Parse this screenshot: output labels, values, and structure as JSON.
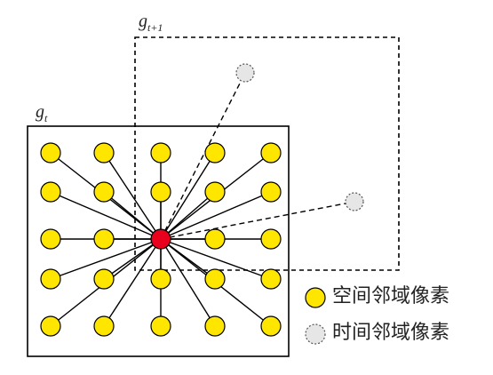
{
  "labels": {
    "current_frame": {
      "base": "g",
      "sub": "t"
    },
    "next_frame": {
      "base": "g",
      "sub": "t+1"
    }
  },
  "legend": {
    "spatial": "空间邻域像素",
    "temporal": "时间邻域像素"
  },
  "colors": {
    "spatial_fill": "#FFE600",
    "center_fill": "#E8001C",
    "temporal_fill": "#E6E6E6",
    "stroke": "#000000"
  }
}
